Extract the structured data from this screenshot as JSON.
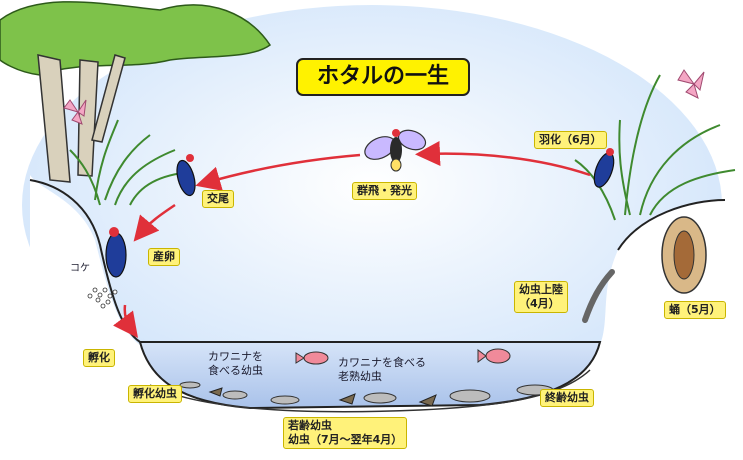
{
  "title": "ホタルの一生",
  "colors": {
    "sky": "#dfeefc",
    "water": "#b9cff0",
    "label_bg": "#fff27a",
    "title_bg": "#fff200",
    "arrow": "#e0303a",
    "firefly_body": "#1f3d9a",
    "grass": "#4c9a3a"
  },
  "stages": {
    "mating": "交尾",
    "egg_laying": "産卵",
    "moss": "コケ",
    "hatching": "孵化",
    "hatched_larva": "孵化幼虫",
    "larva_eating_snail": "カワニナを\n食べる幼虫",
    "mature_larva_eating": "カワニナを食べる\n老熟幼虫",
    "young_larva": "若齢幼虫\n幼虫（7月～翌年4月）",
    "final_larva": "終齢幼虫",
    "larva_landing": "幼虫上陸\n（4月）",
    "pupa": "蛹（5月）",
    "emergence": "羽化（6月）",
    "swarm_glow": "群飛・発光"
  }
}
